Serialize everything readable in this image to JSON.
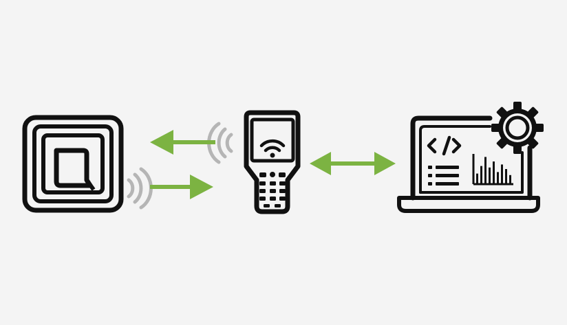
{
  "colors": {
    "background": "#f4f4f4",
    "ink": "#111111",
    "arrow": "#7cb342",
    "signal": "#b5b5b5"
  },
  "nodes": [
    {
      "id": "tag",
      "icon": "rfid-tag-icon"
    },
    {
      "id": "reader",
      "icon": "handheld-reader-icon"
    },
    {
      "id": "computer",
      "icon": "laptop-gear-icon"
    }
  ],
  "flows": [
    {
      "from": "reader",
      "to": "tag",
      "style": "single-arrow",
      "icon": "arrow-left-icon"
    },
    {
      "from": "tag",
      "to": "reader",
      "style": "single-arrow",
      "icon": "arrow-right-icon"
    },
    {
      "from": "reader",
      "to": "computer",
      "style": "double-arrow",
      "icon": "arrow-double-icon"
    }
  ],
  "laptop_screen": {
    "code_glyph": "</>",
    "bar_levels": [
      0.35,
      0.6,
      0.9,
      0.55,
      0.75,
      0.4,
      0.65,
      0.5,
      0.3
    ]
  }
}
